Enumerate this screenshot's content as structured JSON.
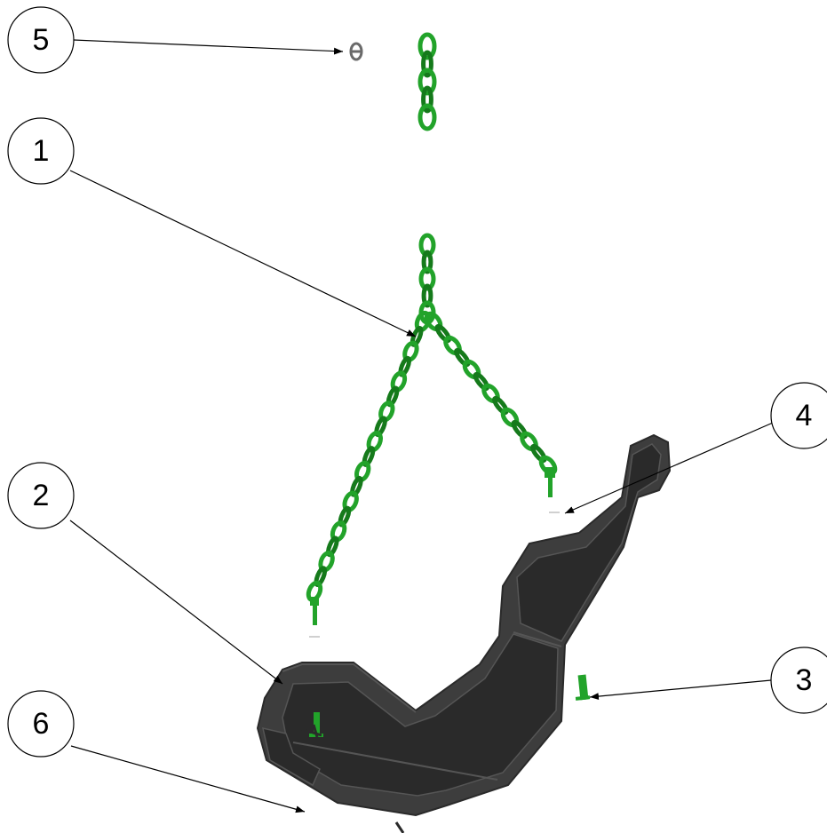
{
  "callouts": [
    {
      "id": "c1",
      "number": "1",
      "part": "chain-sling-assembly"
    },
    {
      "id": "c2",
      "number": "2",
      "part": "swing-seat"
    },
    {
      "id": "c3",
      "number": "3",
      "part": "pin-right"
    },
    {
      "id": "c4",
      "number": "4",
      "part": "washer"
    },
    {
      "id": "c5",
      "number": "5",
      "part": "connector-link"
    },
    {
      "id": "c6",
      "number": "6",
      "part": "bottom-fastener"
    }
  ],
  "colors": {
    "chain": "#22a32a",
    "chain_dark": "#157a1b",
    "seat": "#3d3d3d",
    "seat_dark": "#2a2a2a",
    "seat_light": "#555555",
    "connector": "#6a6a6a",
    "line": "#000000"
  }
}
